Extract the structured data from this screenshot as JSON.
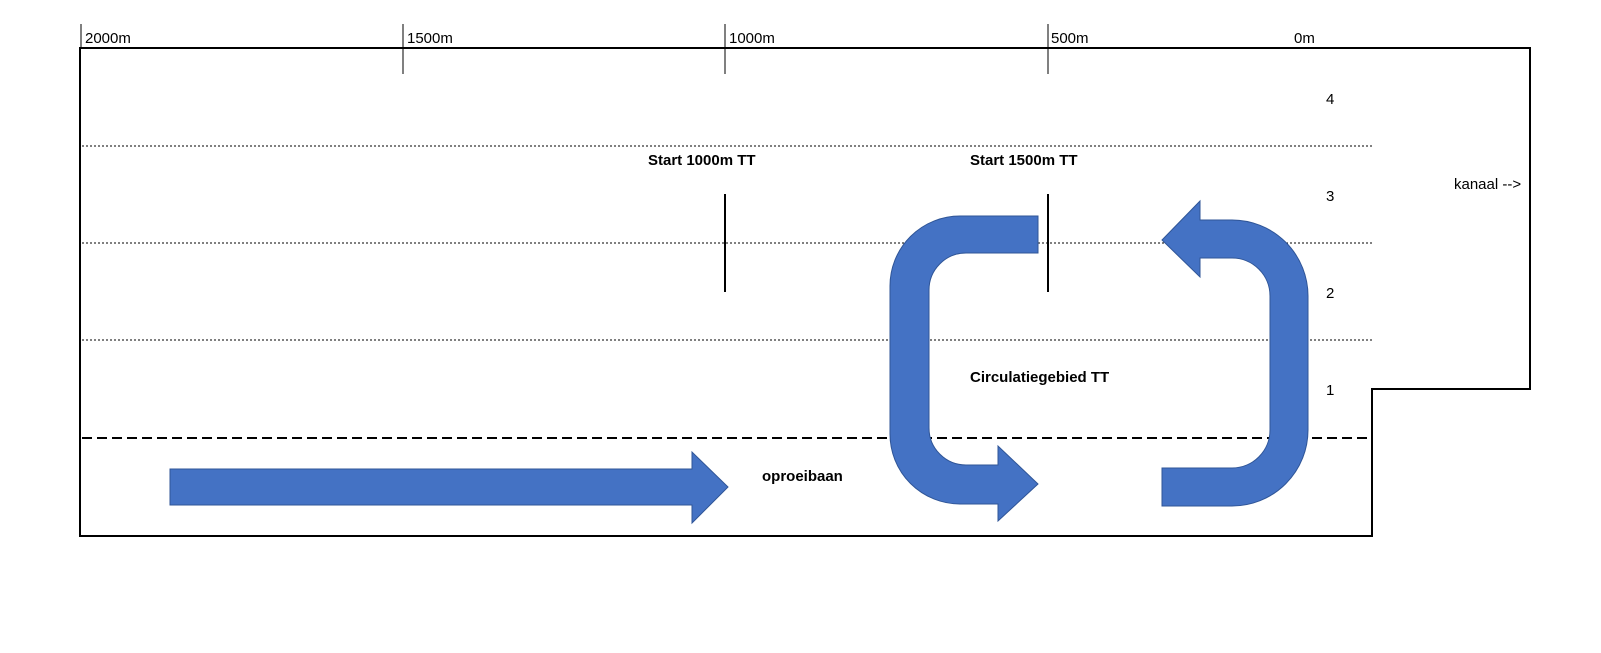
{
  "distance_markers": [
    "2000m",
    "1500m",
    "1000m",
    "500m",
    "0m"
  ],
  "lanes": [
    "4",
    "3",
    "2",
    "1"
  ],
  "start_labels": {
    "start_1000": "Start 1000m TT",
    "start_1500": "Start 1500m TT"
  },
  "areas": {
    "circulation": "Circulatiegebied TT",
    "warmup": "oproeibaan",
    "canal": "kanaal -->"
  },
  "colors": {
    "arrow_fill": "#4472C4",
    "arrow_stroke": "#2F5597",
    "line": "#000000"
  }
}
